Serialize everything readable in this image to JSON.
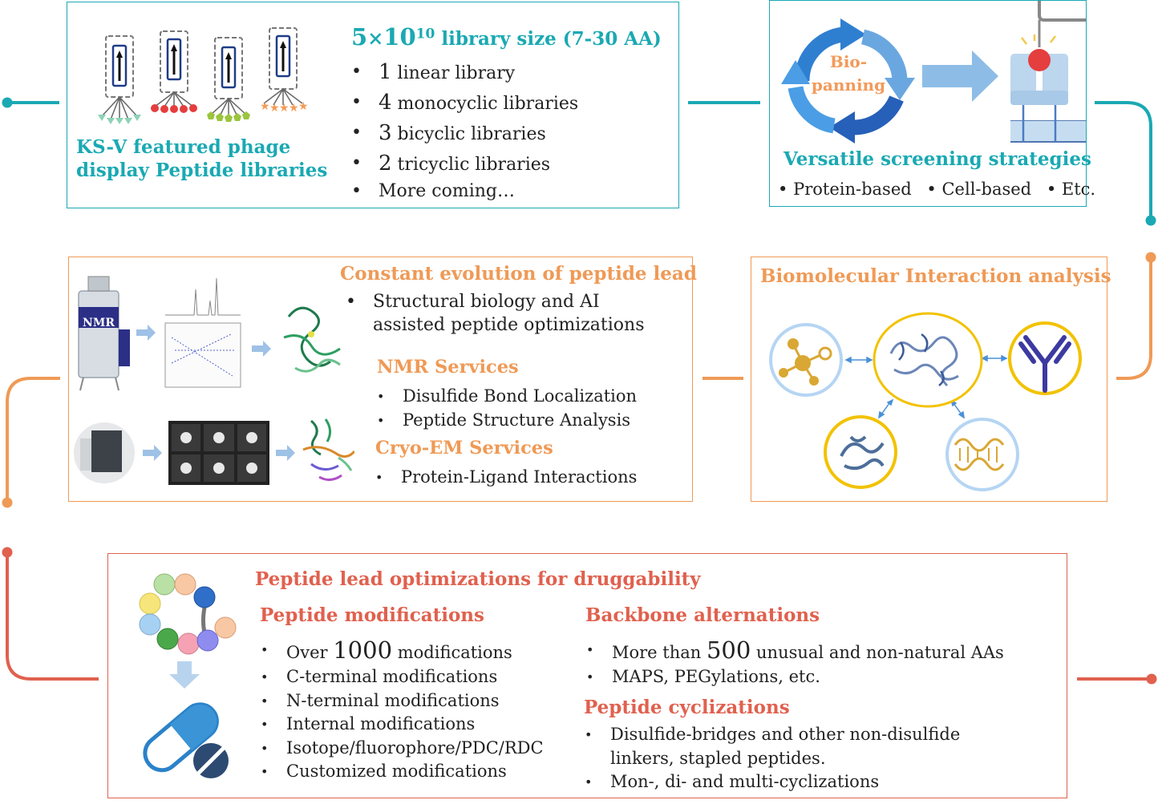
{
  "library": {
    "caption_line1": "KS-V featured phage",
    "caption_line2": "display Peptide libraries",
    "size_base": "5",
    "size_times": "×",
    "size_power": "10",
    "size_exponent": "10",
    "size_label": "library size (7-30 AA)",
    "items": [
      {
        "num": "1",
        "text": "linear library"
      },
      {
        "num": "4",
        "text": "monocyclic libraries"
      },
      {
        "num": "3",
        "text": "bicyclic libraries"
      },
      {
        "num": "2",
        "text": "tricyclic libraries"
      },
      {
        "num": "",
        "text": "More coming…"
      }
    ]
  },
  "screening": {
    "cycle_line1": "Bio-",
    "cycle_line2": "panning",
    "title": "Versatile screening strategies",
    "options": [
      "Protein-based",
      "Cell-based",
      "Etc."
    ]
  },
  "evolution": {
    "title": "Constant evolution of peptide lead",
    "bullet_line1": "Structural biology and AI",
    "bullet_line2": "assisted peptide optimizations",
    "nmr_label": "NMR",
    "nmr_title": "NMR Services",
    "nmr_items": [
      "Disulfide Bond Localization",
      "Peptide Structure Analysis"
    ],
    "cryo_title": "Cryo-EM Services",
    "cryo_items": [
      "Protein-Ligand Interactions"
    ]
  },
  "interaction": {
    "title": "Biomolecular Interaction analysis"
  },
  "druggability": {
    "title": "Peptide lead optimizations for druggability",
    "mods_title": "Peptide modifications",
    "mods_first_pre": "Over",
    "mods_first_num": "1000",
    "mods_first_post": "modifications",
    "mods_items": [
      "C-terminal modifications",
      "N-terminal modifications",
      "Internal modifications",
      "Isotope/fluorophore/PDC/RDC",
      "Customized modifications"
    ],
    "backbone_title": "Backbone alternations",
    "backbone_first_pre": "More than",
    "backbone_first_num": "500",
    "backbone_first_post": "unusual and non-natural AAs",
    "backbone_items": [
      "MAPS, PEGylations, etc."
    ],
    "cyc_title": "Peptide cyclizations",
    "cyc_item1_line1": "Disulfide-bridges and other non-disulfide",
    "cyc_item1_line2": "linkers, stapled peptides.",
    "cyc_item2": "Mon-, di- and multi-cyclizations"
  },
  "colors": {
    "teal": "#1aa9b3",
    "orange": "#ef9a56",
    "red": "#e0614e",
    "blue": "#4a90d9"
  }
}
